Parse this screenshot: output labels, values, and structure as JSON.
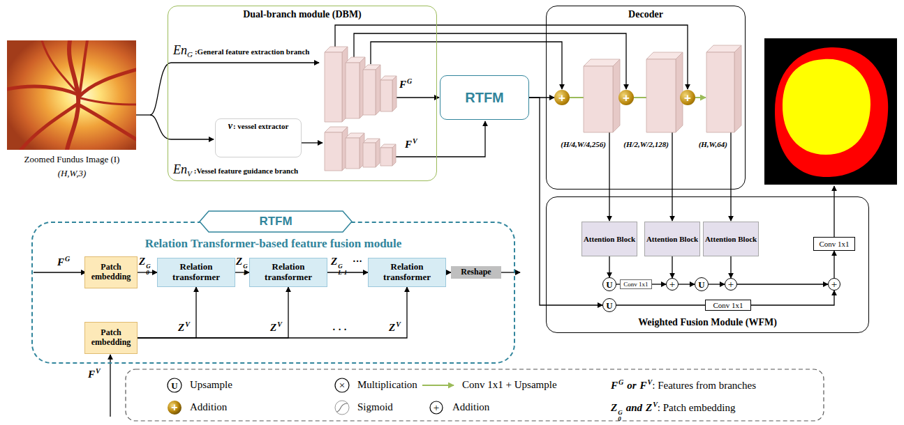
{
  "diagram": {
    "nodes": [
      {
        "text": [
          "Dual-branch module (DBM)"
        ]
      },
      {
        "text": [
          "v",
          ": vessel extractor"
        ],
        "in": 0
      },
      {
        "text": [
          "RTFM"
        ]
      },
      {
        "text": [
          "Decoder"
        ]
      },
      {
        "text": [
          "+"
        ],
        "in": 3
      },
      {
        "text": [
          "+"
        ],
        "in": 3
      },
      {
        "text": [
          "+"
        ],
        "in": 3
      },
      {
        "text": [
          "Weighted Fusion Module (WFM)"
        ]
      },
      {
        "text": [
          "Attention Block"
        ],
        "in": 7
      },
      {
        "text": [
          "Attention Block"
        ],
        "in": 7
      },
      {
        "text": [
          "Attention Block"
        ],
        "in": 7
      },
      {
        "text": [
          "U"
        ],
        "in": 7
      },
      {
        "text": [
          "Conv 1x1"
        ],
        "in": 7
      },
      {
        "text": [
          "+"
        ],
        "in": 7
      },
      {
        "text": [
          "U"
        ],
        "in": 7
      },
      {
        "text": [
          "+"
        ],
        "in": 7
      },
      {
        "text": [
          "Conv 1x1"
        ],
        "in": 7
      },
      {
        "text": [
          "+"
        ],
        "in": 7
      },
      {
        "text": [
          "U"
        ],
        "in": 7
      },
      {
        "text": [
          "Conv 1x1"
        ],
        "in": 7
      },
      {
        "text": [
          "Relation Transformer-based feature fusion module"
        ]
      },
      {
        "text": [
          "RTFM"
        ],
        "in": 20
      },
      {
        "text": [
          "Patch embedding"
        ],
        "in": 20
      },
      {
        "text": [
          "Relation transformer"
        ],
        "in": 20
      },
      {
        "text": [
          "Relation transformer"
        ],
        "in": 20
      },
      {
        "text": [
          "Relation transformer"
        ],
        "in": 20
      },
      {
        "text": [
          "Reshape"
        ],
        "in": 20
      },
      {
        "text": [
          "Patch embedding"
        ],
        "in": 20
      }
    ],
    "edges": [
      {
        "from": 2,
        "to": 4,
        "arrow": "to"
      },
      {
        "from": 4,
        "to": 5,
        "arrow": "to"
      },
      {
        "from": 5,
        "to": 6,
        "arrow": "to"
      },
      {
        "from": 2,
        "to": 18,
        "arrow": "to"
      },
      {
        "from": 8,
        "to": 11,
        "arrow": "to"
      },
      {
        "from": 11,
        "to": 12,
        "arrow": "none"
      },
      {
        "from": 12,
        "to": 13,
        "arrow": "to"
      },
      {
        "from": 9,
        "to": 13,
        "arrow": "to"
      },
      {
        "from": 13,
        "to": 14,
        "arrow": "to"
      },
      {
        "from": 14,
        "to": 15,
        "arrow": "to"
      },
      {
        "from": 10,
        "to": 15,
        "arrow": "to"
      },
      {
        "from": 15,
        "to": 17,
        "arrow": "to"
      },
      {
        "from": 18,
        "to": 19,
        "arrow": "none"
      },
      {
        "from": 19,
        "to": 17,
        "arrow": "to"
      },
      {
        "from": 17,
        "to": 16,
        "arrow": "to"
      },
      {
        "from": 22,
        "to": 23,
        "arrow": "to"
      },
      {
        "from": 23,
        "to": 24,
        "arrow": "to"
      },
      {
        "from": 24,
        "to": 25,
        "arrow": "to"
      },
      {
        "from": 25,
        "to": 26,
        "arrow": "to"
      },
      {
        "from": 27,
        "to": 23,
        "arrow": "to"
      },
      {
        "from": 27,
        "to": 24,
        "arrow": "to"
      },
      {
        "from": 27,
        "to": 25,
        "arrow": "to"
      }
    ],
    "labels": [
      "Zoomed Fundus Image (I)",
      "(H,W,3)",
      "En",
      "G",
      ":General feature extraction branch",
      "En",
      "V",
      ":Vessel feature guidance branch",
      "F",
      "G",
      "F",
      "V",
      "(H/4,W/4,256)",
      "(H/2,W/2,128)",
      "(H,W,64)",
      "F",
      "G",
      "Z",
      "0",
      "G",
      "Z",
      "1",
      "G",
      "Z",
      "L-1",
      "G",
      "···",
      "Z",
      "V",
      "Z",
      "V",
      "Z",
      "V",
      "· · ·",
      "F",
      "V",
      "U",
      "×",
      "+",
      "+",
      "F",
      "G",
      "or",
      "F",
      "V",
      ": Features from branches",
      "Z",
      "0",
      "G",
      "and",
      "Z",
      "V",
      ": Patch embedding"
    ],
    "legend": [
      {
        "text": "Upsample"
      },
      {
        "text": "Multiplication"
      },
      {
        "text": "Conv 1x1 + Upsample"
      },
      {
        "text": "Addition"
      },
      {
        "text": "Sigmoid"
      },
      {
        "text": "Addition"
      }
    ]
  }
}
